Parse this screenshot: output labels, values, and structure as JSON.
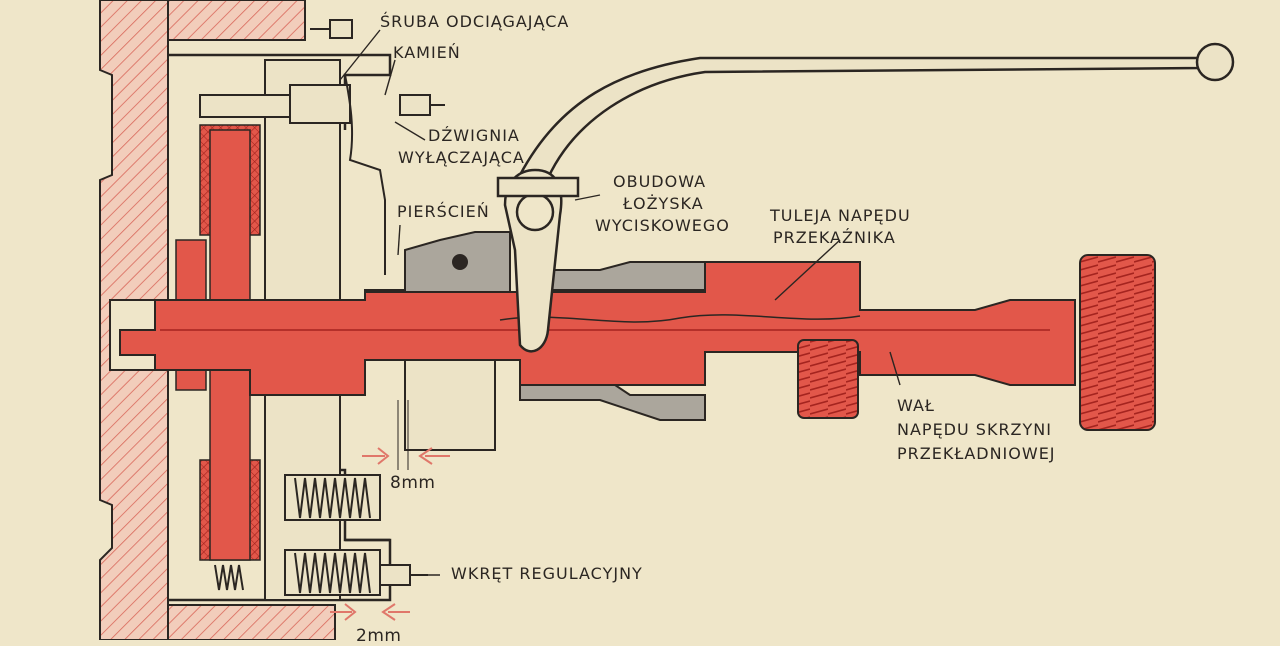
{
  "colors": {
    "paper": "#efe6c9",
    "red": "#e2574a",
    "dark_red": "#b8322b",
    "hatch_fill": "#f0c8b4",
    "gray": "#aba69c",
    "line": "#2b2622",
    "arrow": "#e8897c"
  },
  "labels": {
    "sruba_odciagajaca": "ŚRUBA ODCIĄGAJĄCA",
    "kamien": "KAMIEŃ",
    "dzwignia_line1": "DŹWIGNIA",
    "dzwignia_line2": "WYŁĄCZAJĄCA",
    "obudowa_line1": "OBUDOWA",
    "obudowa_line2": "ŁOŻYSKA",
    "obudowa_line3": "WYCISKOWEGO",
    "pierscien": "PIERŚCIEŃ",
    "tuleja_line1": "TULEJA NAPĘDU",
    "tuleja_line2": "PRZEKAŹNIKA",
    "wal_line1": "WAŁ",
    "wal_line2": "NAPĘDU SKRZYNI",
    "wal_line3": "PRZEKŁADNIOWEJ",
    "dim_8mm": "8mm",
    "wkret_regulacyjny": "WKRĘT REGULACYJNY",
    "dim_2mm": "2mm"
  }
}
